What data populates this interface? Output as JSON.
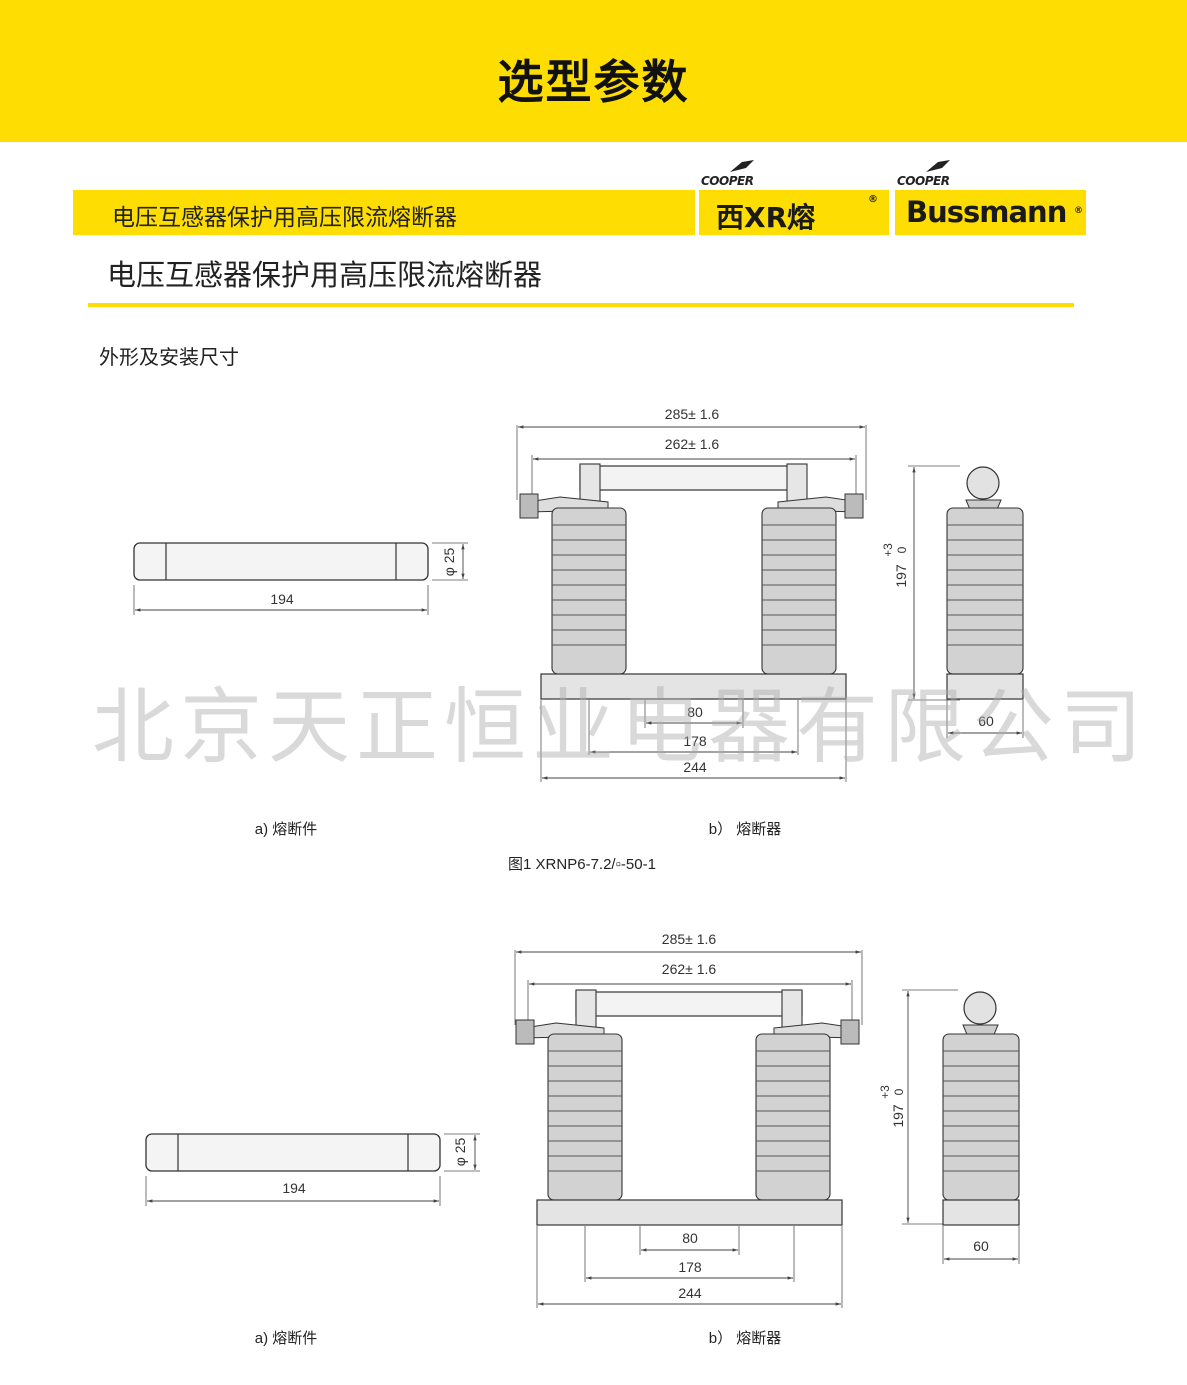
{
  "banner": {
    "title": "选型参数"
  },
  "header": {
    "bar_text": "电压互感器保护用高压限流熔断器",
    "logo1": {
      "small": "COOPER",
      "main": "西XR熔",
      "reg": "®"
    },
    "logo2": {
      "small": "COOPER",
      "main": "Bussmann",
      "reg": "®"
    }
  },
  "page_title": "电压互感器保护用高压限流熔断器",
  "section_label": "外形及安装尺寸",
  "watermark": "北京天正恒业电器有限公司",
  "figure1": {
    "dims": {
      "overall_width": "285± 1.6",
      "rod_width": "262± 1.6",
      "diameter": "φ 25",
      "fuse_length": "194",
      "height": "197",
      "height_tol": "+3",
      "height_tol_low": "0",
      "side_width": "60",
      "inner": "80",
      "mid": "178",
      "base": "244"
    },
    "caption_a": "a) 熔断件",
    "caption_b": "b） 熔断器",
    "figure_caption": "图1 XRNP6-7.2/▫-50-1"
  },
  "figure2": {
    "dims": {
      "overall_width": "285± 1.6",
      "rod_width": "262± 1.6",
      "diameter": "φ 25",
      "fuse_length": "194",
      "height": "197",
      "height_tol": "+3",
      "height_tol_low": "0",
      "side_width": "60",
      "inner": "80",
      "mid": "178",
      "base": "244"
    },
    "caption_a": "a) 熔断件",
    "caption_b": "b） 熔断器"
  },
  "colors": {
    "accent": "#fedd02",
    "insulator": "#cfcfcf",
    "line": "#333333"
  }
}
